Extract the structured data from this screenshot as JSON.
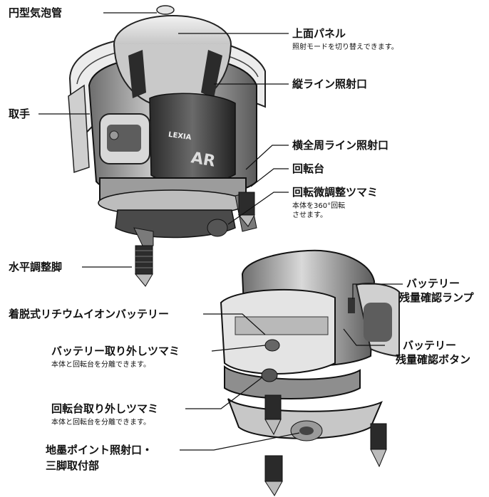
{
  "labels": {
    "circular_vial": "円型気泡管",
    "top_panel": "上面パネル",
    "top_panel_note": "照射モードを切り替えできます。",
    "vertical_line_aperture": "縦ライン照射口",
    "handle": "取手",
    "horizontal_line_aperture": "横全周ライン照射口",
    "rotating_base": "回転台",
    "fine_adjust_knob": "回転微調整ツマミ",
    "fine_adjust_note_1": "本体を360°回転",
    "fine_adjust_note_2": "させます。",
    "leveling_leg": "水平調整脚",
    "battery_level_lamp_1": "バッテリー",
    "battery_level_lamp_2": "残量確認ランプ",
    "battery": "着脱式リチウムイオンバッテリー",
    "battery_release_knob": "バッテリー取り外しツマミ",
    "battery_release_note": "本体と回転台を分離できます。",
    "battery_check_button_1": "バッテリー",
    "battery_check_button_2": "残量確認ボタン",
    "base_release_knob": "回転台取り外しツマミ",
    "base_release_note": "本体と回転台を分離できます。",
    "plumb_point_1": "地墨ポイント照射口・",
    "plumb_point_2": "三脚取付部"
  },
  "device": {
    "brand_mark": "LEXIA",
    "model_text": "AR"
  }
}
